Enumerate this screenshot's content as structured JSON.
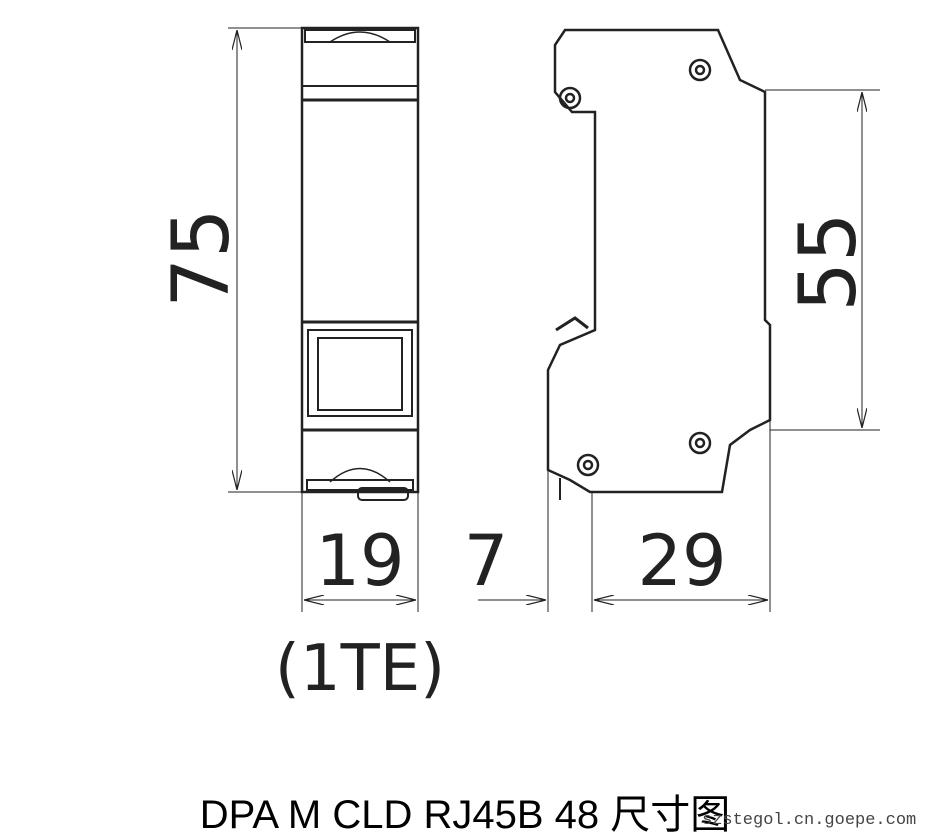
{
  "drawing": {
    "dim_height_total": "75",
    "dim_width_front": "19",
    "dim_width_front_unit": "(1TE)",
    "dim_side_offset": "7",
    "dim_side_depth": "29",
    "dim_height_side": "55"
  },
  "caption": "DPA M CLD RJ45B 48 尺寸图",
  "watermark": "szstegol.cn.goepe.com",
  "colors": {
    "line": "#222222",
    "background": "#ffffff"
  }
}
